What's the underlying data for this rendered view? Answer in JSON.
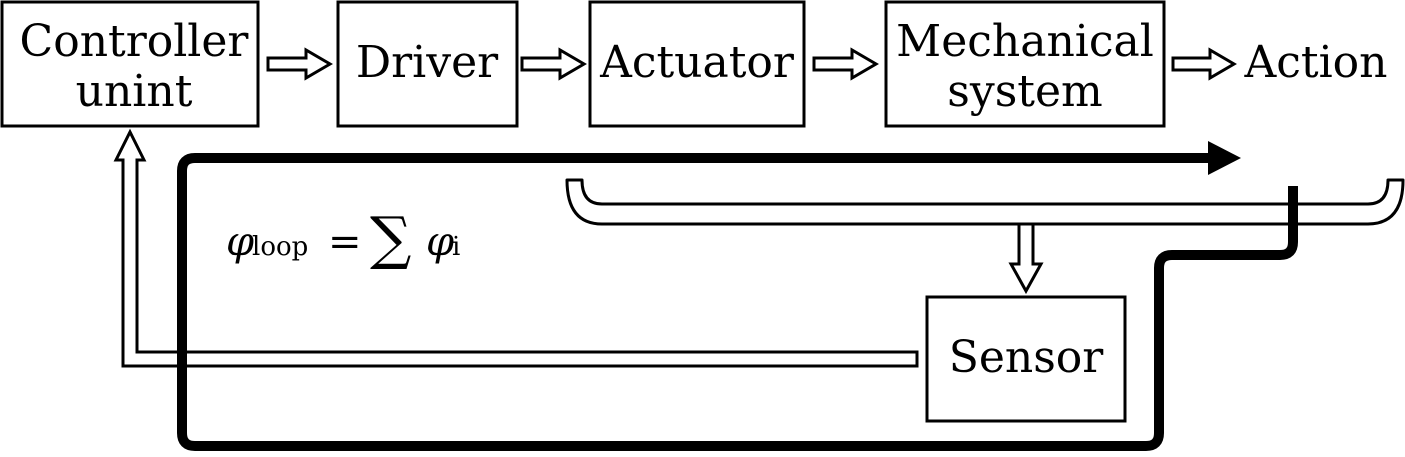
{
  "blocks": {
    "controller": {
      "line1": "Controller",
      "line2": "unint"
    },
    "driver": {
      "label": "Driver"
    },
    "actuator": {
      "label": "Actuator"
    },
    "mechanical": {
      "line1": "Mechanical",
      "line2": "system"
    },
    "sensor": {
      "label": "Sensor"
    }
  },
  "output_label": "Action",
  "equation": {
    "lhs_symbol": "φ",
    "lhs_subscript": "loop",
    "equals": "=",
    "sum_symbol": "∑",
    "rhs_symbol": "φ",
    "rhs_subscript": "i"
  }
}
